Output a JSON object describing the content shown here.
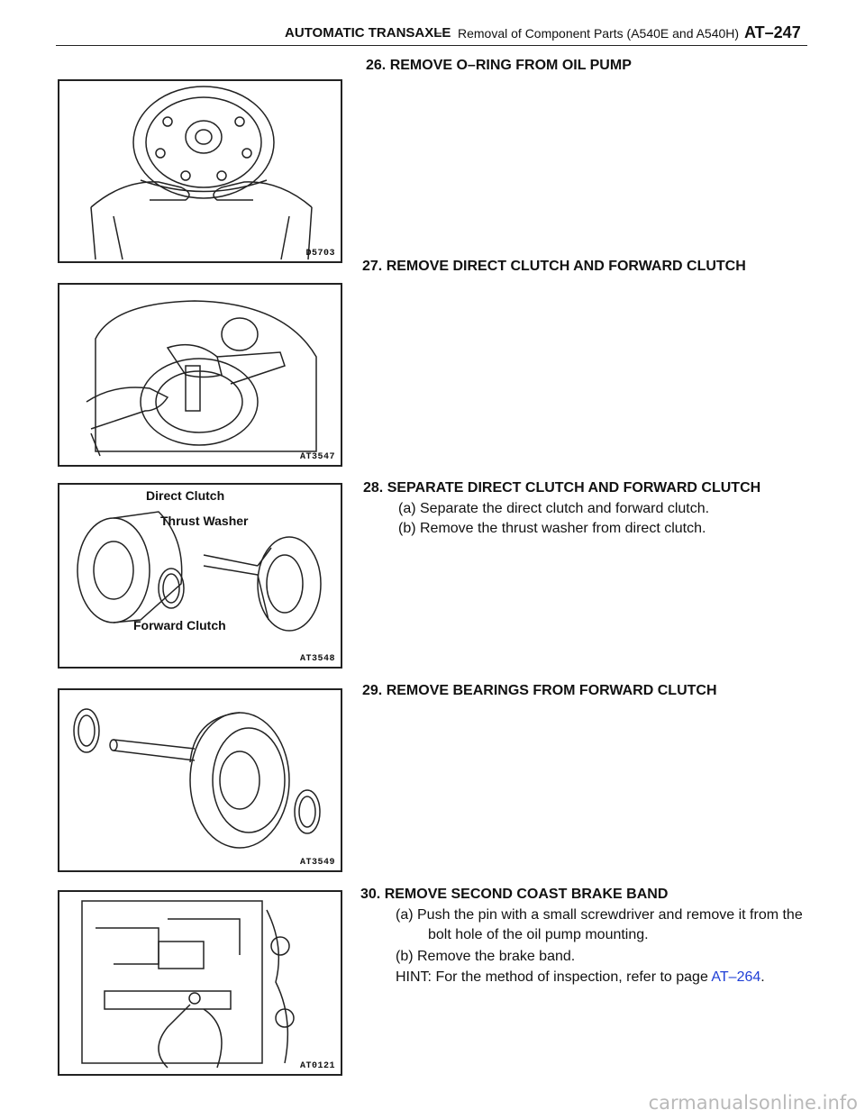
{
  "header": {
    "section": "AUTOMATIC TRANSAXLE",
    "separator": "–",
    "title": "Removal of Component Parts (A540E and A540H)",
    "page": "AT–247"
  },
  "figures": [
    {
      "code": "D5703"
    },
    {
      "code": "AT3547"
    },
    {
      "code": "AT3548",
      "callouts": [
        "Direct Clutch",
        "Thrust Washer",
        "Forward Clutch"
      ]
    },
    {
      "code": "AT3549"
    },
    {
      "code": "AT0121"
    }
  ],
  "steps": [
    {
      "title": "26. REMOVE O–RING FROM OIL PUMP"
    },
    {
      "title": "27. REMOVE DIRECT CLUTCH AND FORWARD CLUTCH"
    },
    {
      "title": "28. SEPARATE DIRECT CLUTCH AND FORWARD CLUTCH",
      "lines": [
        "(a) Separate the direct clutch and forward clutch.",
        "(b) Remove the thrust washer from direct clutch."
      ]
    },
    {
      "title": "29. REMOVE BEARINGS FROM FORWARD CLUTCH"
    },
    {
      "title": "30. REMOVE SECOND COAST BRAKE BAND",
      "lines": [
        "(a) Push the pin with a small screwdriver and remove it from the",
        "bolt hole of the oil pump mounting.",
        "(b) Remove the brake band."
      ],
      "hint_prefix": "HINT: For the method of inspection, refer to page ",
      "hint_link": "AT–264",
      "hint_suffix": "."
    }
  ],
  "watermark": "carmanualsonline.info",
  "icons": {
    "figure_illustration": "line-drawing"
  }
}
